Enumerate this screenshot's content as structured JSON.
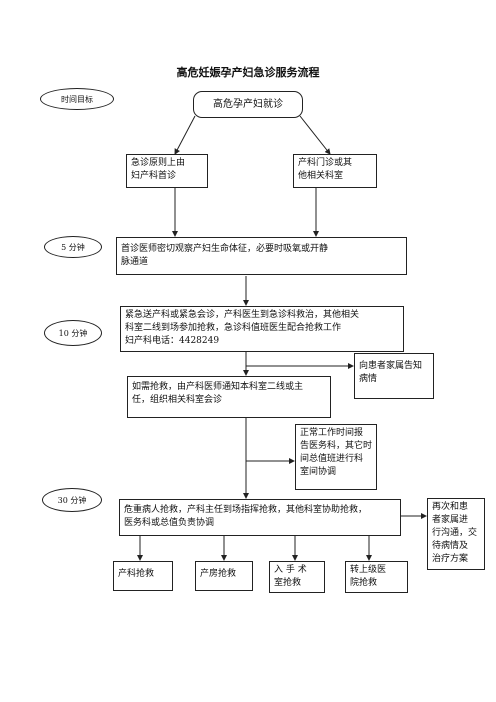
{
  "title": "高危妊娠孕产妇急诊服务流程",
  "time_labels": {
    "target": "时间目标",
    "t5": "5 分钟",
    "t10": "10 分钟",
    "t30": "30 分钟"
  },
  "nodes": {
    "start": "高危孕产妇就诊",
    "er_principle": "急诊原则上由\n妇产科首诊",
    "clinic": "产科门诊或其\n他相关科室",
    "first_doctor": "      首诊医师密切观察产妇生命体征，必要时吸氧或开静\n脉通道",
    "emergency": "紧急送产科或紧急会诊，产科医生到急诊科救治，其他相关\n科室二线到场参加抢救，急诊科值班医生配合抢救工作\n              妇产科电话：4428249",
    "inform_family": "向患者家属告知\n病情",
    "consult": "如需抢救，由产科医师通知本科室二线或主\n任，组织相关科室会诊",
    "report": "正常工作时间报\n告医务科，其它时\n间总值班进行科\n室间协调",
    "critical": "危重病人抢救，产科主任到场指挥抢救，其他科室协助抢救，\n医务科或总值负责协调",
    "communicate": "再次和患\n者家属进\n行沟通，交\n待病情及\n治疗方案",
    "rescue1": "产科抢救",
    "rescue2": "产房抢救",
    "rescue3": "入 手 术\n室抢救",
    "rescue4": "转上级医\n院抢救"
  }
}
